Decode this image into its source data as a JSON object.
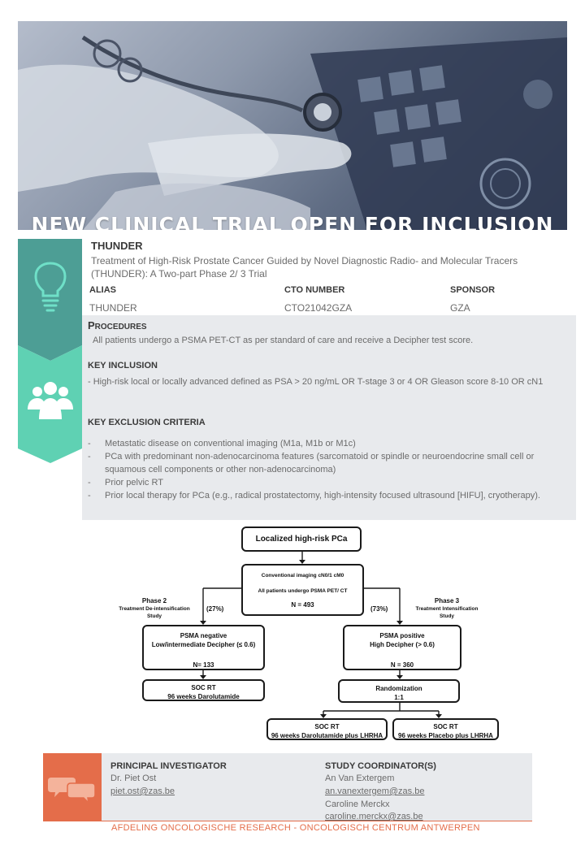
{
  "hero": {
    "title": "NEW CLINICAL TRIAL OPEN FOR INCLUSION"
  },
  "trial": {
    "name": "THUNDER",
    "description": "Treatment of High-Risk Prostate Cancer Guided by Novel Diagnostic Radio- and Molecular Tracers (THUNDER): A Two-part Phase 2/ 3 Trial",
    "alias_label": "ALIAS",
    "alias_value": "THUNDER",
    "cto_label": "CTO NUMBER",
    "cto_value": "CTO21042GZA",
    "sponsor_label": "SPONSOR",
    "sponsor_value": "GZA"
  },
  "procedures": {
    "heading_initial": "P",
    "heading_rest": "ROCEDURES",
    "text": "All patients undergo a PSMA PET-CT as per standard of care and receive a Decipher test score."
  },
  "inclusion": {
    "heading": "KEY INCLUSION",
    "text": "- High-risk local or locally advanced defined as PSA > 20 ng/mL OR T-stage 3 or 4 OR Gleason score 8-10 OR cN1"
  },
  "exclusion": {
    "heading": "KEY EXCLUSION CRITERIA",
    "items": [
      "Metastatic disease on conventional imaging (M1a, M1b or M1c)",
      "PCa with predominant non-adenocarcinoma features (sarcomatoid or spindle or neuroendocrine small cell or squamous cell components or other non-adenocarcinoma)",
      "Prior pelvic RT",
      "Prior local therapy for PCa (e.g.,  radical prostatectomy, high-intensity focused ultrasound [HIFU], cryotherapy)."
    ]
  },
  "flow": {
    "top": "Localized high-risk PCa",
    "imaging_line1": "Conventional imaging cN0/1 cM0",
    "imaging_line2": "All patients undergo PSMA PET/ CT",
    "imaging_n": "N = 493",
    "phase2_title": "Phase 2",
    "phase2_sub1": "Treatment De-intensification",
    "phase2_sub2": "Study",
    "phase3_title": "Phase 3",
    "phase3_sub1": "Treatment Intensification",
    "phase3_sub2": "Study",
    "pct_left": "(27%)",
    "pct_right": "(73%)",
    "neg_line1": "PSMA negative",
    "neg_line2": "Low/intermediate Decipher (≤ 0.6)",
    "neg_n": "N= 133",
    "pos_line1": "PSMA positive",
    "pos_line2": "High Decipher (> 0.6)",
    "pos_n": "N = 360",
    "soc_left_line1": "SOC RT",
    "soc_left_line2": "96 weeks Darolutamide",
    "rand_line1": "Randomization",
    "rand_line2": "1:1",
    "arm1_line1": "SOC RT",
    "arm1_line2": "96 weeks Darolutamide plus LHRHA",
    "arm2_line1": "SOC RT",
    "arm2_line2": "96 weeks Placebo plus LHRHA"
  },
  "contact": {
    "pi_label": "PRINCIPAL INVESTIGATOR",
    "pi_name": "Dr. Piet Ost",
    "pi_email": "piet.ost@zas.be",
    "coord_label": "STUDY COORDINATOR(S)",
    "coord1_name": "An Van Extergem",
    "coord1_email": "an.vanextergem@zas.be",
    "coord2_name": "Caroline Merckx",
    "coord2_email": "caroline.merckx@zas.be"
  },
  "footer": {
    "tagline": "AFDELING ONCOLOGISCHE RESEARCH - ONCOLOGISCH CENTRUM ANTWERPEN"
  },
  "colors": {
    "teal_dark": "#4d9e95",
    "teal_light": "#5fd1b3",
    "orange": "#e46d4a",
    "panel_gray": "#e8eaed"
  },
  "icons": [
    "lightbulb-icon",
    "people-group-icon",
    "chat-bubbles-icon",
    "stethoscope-image"
  ]
}
